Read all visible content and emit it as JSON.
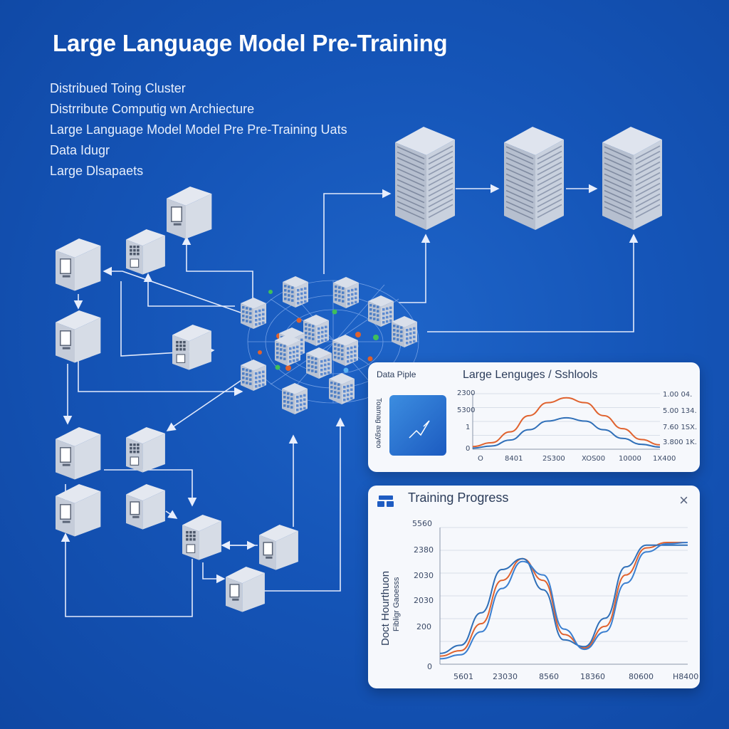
{
  "title": "Large Language Model Pre-Training",
  "subtitles": [
    "Distribued Toing Cluster",
    "Distrribute Computig wn Archiecture",
    "Large Language Model Model Pre Pre-Training Uats",
    "Data Idugr",
    "Large Dlsapaets"
  ],
  "colors": {
    "background": "#1555b8",
    "series_orange": "#e0622e",
    "series_blue": "#2f6fb8",
    "node_face": "#cfd6e3",
    "cube_blue": "#5a86c8"
  },
  "panel_top": {
    "label_left": "Data Piple",
    "vertical_label": "Toamag asgyeo",
    "title": "Large Lenguges / Sshlools",
    "y_ticks_left": [
      "2300",
      "5300",
      "1",
      "0"
    ],
    "y_ticks_right": [
      "1.00 04.",
      "5.00 134.",
      "7.60 1SX.",
      "3.800 1K."
    ],
    "x_ticks": [
      "O",
      "8401",
      "2S300",
      "XOS00",
      "10000",
      "1X400"
    ]
  },
  "panel_bottom": {
    "title": "Training Progress",
    "close_label": "×",
    "y_axis_label_1": "Doct Hourthuon",
    "y_axis_label_2": "Fibligr Gaoesss",
    "y_ticks": [
      "5560",
      "2380",
      "2030",
      "2030",
      "200",
      "0"
    ],
    "x_ticks": [
      "5601",
      "23030",
      "8560",
      "18360",
      "80600",
      "H8400"
    ]
  },
  "chart_data": [
    {
      "type": "line",
      "title": "Large Lenguges / Sshlools",
      "x": [
        0,
        1,
        2,
        3,
        4,
        5,
        6,
        7,
        8,
        9,
        10
      ],
      "series": [
        {
          "values": [
            0.05,
            0.12,
            0.32,
            0.62,
            0.86,
            0.95,
            0.86,
            0.62,
            0.38,
            0.18,
            0.08
          ]
        },
        {
          "values": [
            0.02,
            0.06,
            0.17,
            0.36,
            0.52,
            0.58,
            0.52,
            0.36,
            0.2,
            0.09,
            0.04
          ]
        }
      ]
    },
    {
      "type": "line",
      "title": "Training Progress",
      "x": [
        0,
        1,
        2,
        3,
        4,
        5,
        6,
        7,
        8,
        9,
        10,
        11,
        12
      ],
      "series": [
        {
          "values": [
            0.06,
            0.1,
            0.3,
            0.62,
            0.78,
            0.62,
            0.22,
            0.12,
            0.28,
            0.66,
            0.86,
            0.9,
            0.9
          ]
        },
        {
          "values": [
            0.08,
            0.14,
            0.38,
            0.7,
            0.78,
            0.55,
            0.18,
            0.13,
            0.34,
            0.72,
            0.88,
            0.88,
            0.88
          ]
        },
        {
          "values": [
            0.04,
            0.07,
            0.24,
            0.56,
            0.76,
            0.66,
            0.26,
            0.11,
            0.24,
            0.6,
            0.83,
            0.89,
            0.9
          ]
        }
      ]
    }
  ]
}
